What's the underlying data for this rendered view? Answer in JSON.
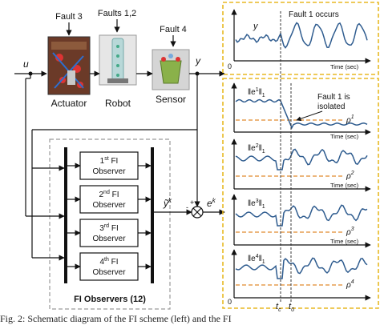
{
  "labels": {
    "u": "u",
    "y": "y",
    "fault3": "Fault 3",
    "faults12": "Faults 1,2",
    "fault4": "Fault 4",
    "actuator": "Actuator",
    "robot": "Robot",
    "sensor": "Sensor",
    "yk": "ỹ",
    "yk_sup": "k",
    "ek": "e",
    "ek_sup": "k",
    "plus": "+",
    "minus": "-",
    "group": "FI Observers (12)"
  },
  "observers": [
    {
      "num": "1",
      "sup": "st",
      "line1": "FI",
      "line2": "Observer"
    },
    {
      "num": "2",
      "sup": "nd",
      "line1": "FI",
      "line2": "Observer"
    },
    {
      "num": "3",
      "sup": "rd",
      "line1": "FI",
      "line2": "Observer"
    },
    {
      "num": "4",
      "sup": "th",
      "line1": "FI",
      "line2": "Observer"
    }
  ],
  "plots": {
    "top": {
      "curve_label": "y",
      "event": "Fault 1 occurs",
      "xlabel": "Time (sec)",
      "origin": "0"
    },
    "residuals": [
      {
        "norm_inner": "e",
        "sup": "1",
        "sub": "1",
        "threshold": "ρ",
        "threshold_sup": "1",
        "xlabel": "Time (sec)",
        "origin": "0",
        "note_line1": "Fault 1 is",
        "note_line2": "isolated"
      },
      {
        "norm_inner": "e",
        "sup": "2",
        "sub": "1",
        "threshold": "ρ",
        "threshold_sup": "2",
        "xlabel": "Time (sec)",
        "origin": "0"
      },
      {
        "norm_inner": "e",
        "sup": "3",
        "sub": "1",
        "threshold": "ρ",
        "threshold_sup": "3",
        "xlabel": "Time (sec)",
        "origin": "0"
      },
      {
        "norm_inner": "e",
        "sup": "4",
        "sub": "1",
        "threshold": "ρ",
        "threshold_sup": "4",
        "xlabel": "Time (sec)",
        "origin": "0"
      }
    ],
    "tc": "t",
    "tc_sub": "c",
    "t0": "t",
    "t0_sub": "0",
    "origin": "0"
  },
  "caption": "Fig. 2: Schematic diagram of the FI scheme (left) and the FI",
  "colors": {
    "signal": "#2f5c8f",
    "threshold": "#e08a2e",
    "panel_border": "#e8b923",
    "group_border": "#9a9a9a",
    "actuator_bg": "#6b3a28",
    "robot_bg": "#e6e6e6",
    "sensor_bg": "#8ab14a"
  }
}
